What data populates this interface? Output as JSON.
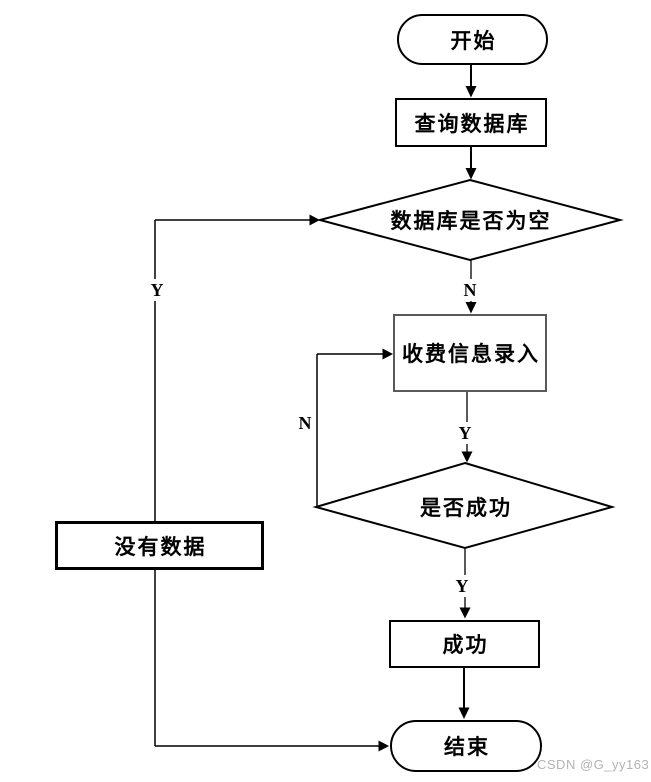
{
  "diagram": {
    "type": "flowchart",
    "nodes": [
      {
        "id": "start",
        "shape": "terminator",
        "label": "开始"
      },
      {
        "id": "query-db",
        "shape": "process",
        "label": "查询数据库"
      },
      {
        "id": "db-empty",
        "shape": "decision",
        "label": "数据库是否为空"
      },
      {
        "id": "fee-entry",
        "shape": "process",
        "label": "收费信息录入"
      },
      {
        "id": "is-success",
        "shape": "decision",
        "label": "是否成功"
      },
      {
        "id": "no-data",
        "shape": "process",
        "label": "没有数据"
      },
      {
        "id": "success",
        "shape": "process",
        "label": "成功"
      },
      {
        "id": "end",
        "shape": "terminator",
        "label": "结束"
      }
    ],
    "edge_labels": {
      "db_empty_no": "N",
      "db_empty_yes": "Y",
      "fee_entry_done": "Y",
      "is_success_no": "N",
      "is_success_yes": "Y"
    },
    "colors": {
      "line": "#000000",
      "node_border": "#000000",
      "fee_box_border": "#595959",
      "background": "#ffffff"
    }
  },
  "watermark": {
    "text": "CSDN @G_yy163",
    "color": "#b3b3b3"
  }
}
